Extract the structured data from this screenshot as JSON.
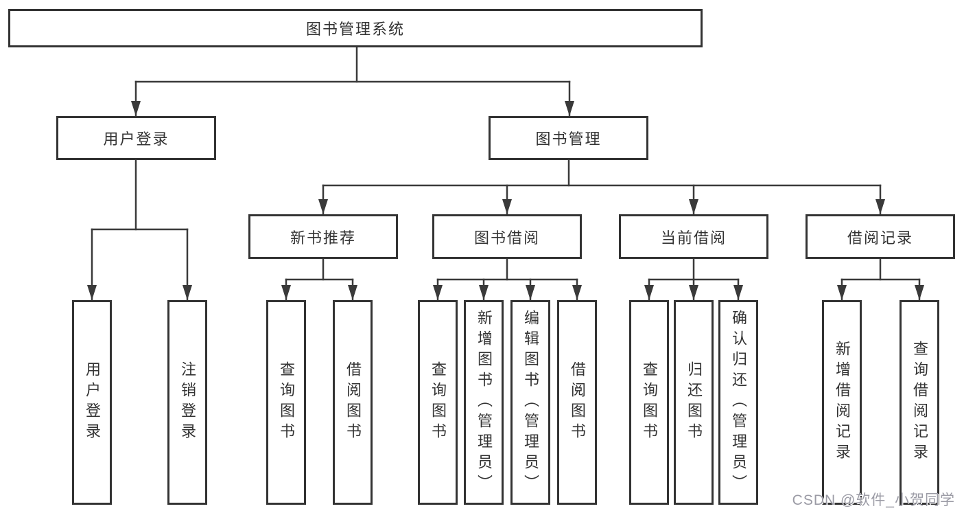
{
  "root": {
    "label": "图书管理系统"
  },
  "level2": [
    {
      "label": "用户登录",
      "children": [
        "用户登录",
        "注销登录"
      ]
    },
    {
      "label": "图书管理"
    }
  ],
  "level3": [
    {
      "label": "新书推荐",
      "children": [
        "查询图书",
        "借阅图书"
      ]
    },
    {
      "label": "图书借阅",
      "children": [
        "查询图书",
        "新增图书（管理员）",
        "编辑图书（管理员）",
        "借阅图书"
      ]
    },
    {
      "label": "当前借阅",
      "children": [
        "查询图书",
        "归还图书",
        "确认归还（管理员）"
      ]
    },
    {
      "label": "借阅记录",
      "children": [
        "新增借阅记录",
        "查询借阅记录"
      ]
    }
  ],
  "watermark": {
    "text": "CSDN @软件_小贺同学"
  },
  "colors": {
    "line": "#3a3a3a",
    "box_border": "#333333",
    "text": "#333333",
    "watermark": "#9b9ba5",
    "background": "#ffffff"
  }
}
